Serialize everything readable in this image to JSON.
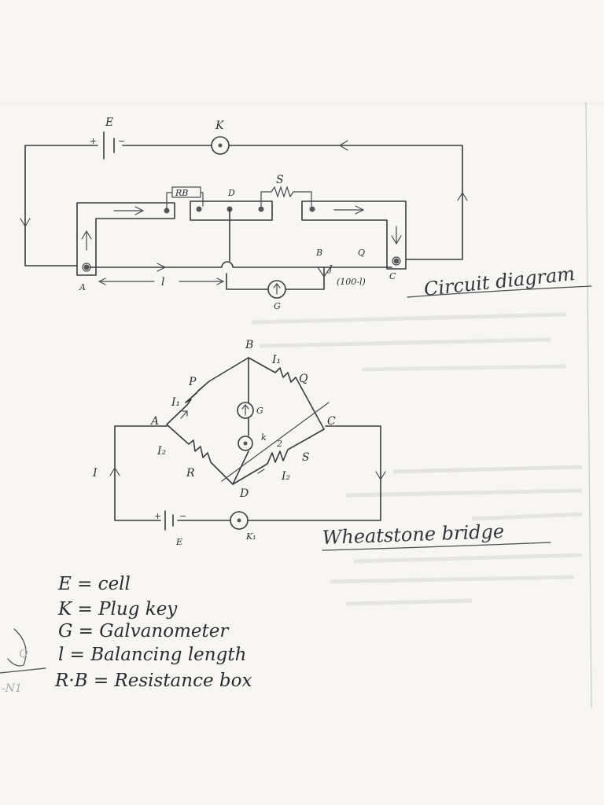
{
  "circuit": {
    "labels": {
      "cell": "E",
      "cell_plus": "+",
      "cell_minus": "−",
      "key": "K",
      "resistance_box": "RB",
      "jockey_point": "D",
      "resistor": "S",
      "end_a": "A",
      "end_c": "C",
      "point_b": "B",
      "point_q": "Q",
      "jockey": "J",
      "balancing_length": "l",
      "remaining_length": "(100-l)",
      "galvanometer": "G"
    },
    "caption": "Circuit diagram"
  },
  "bridge": {
    "labels": {
      "node_b": "B",
      "node_a": "A",
      "node_c": "C",
      "node_d": "D",
      "arm_p": "P",
      "arm_q": "Q",
      "arm_r": "R",
      "arm_s": "S",
      "current_i1_upper": "I₁",
      "current_i1_lower": "I₁",
      "current_i2_left": "I₂",
      "current_i2_right": "I₂",
      "current_i": "I",
      "galvanometer": "G",
      "jockey": "k",
      "jockey_num": "2",
      "cell": "E",
      "key": "K₁",
      "plus": "+",
      "minus": "−"
    },
    "caption": "Wheatstone bridge"
  },
  "legend": [
    "E = cell",
    "K = Plug key",
    "G = Galvanometer",
    "l = Balancing length",
    "R·B = Resistance box"
  ],
  "margin_marks": [
    "Q",
    "-N1"
  ]
}
